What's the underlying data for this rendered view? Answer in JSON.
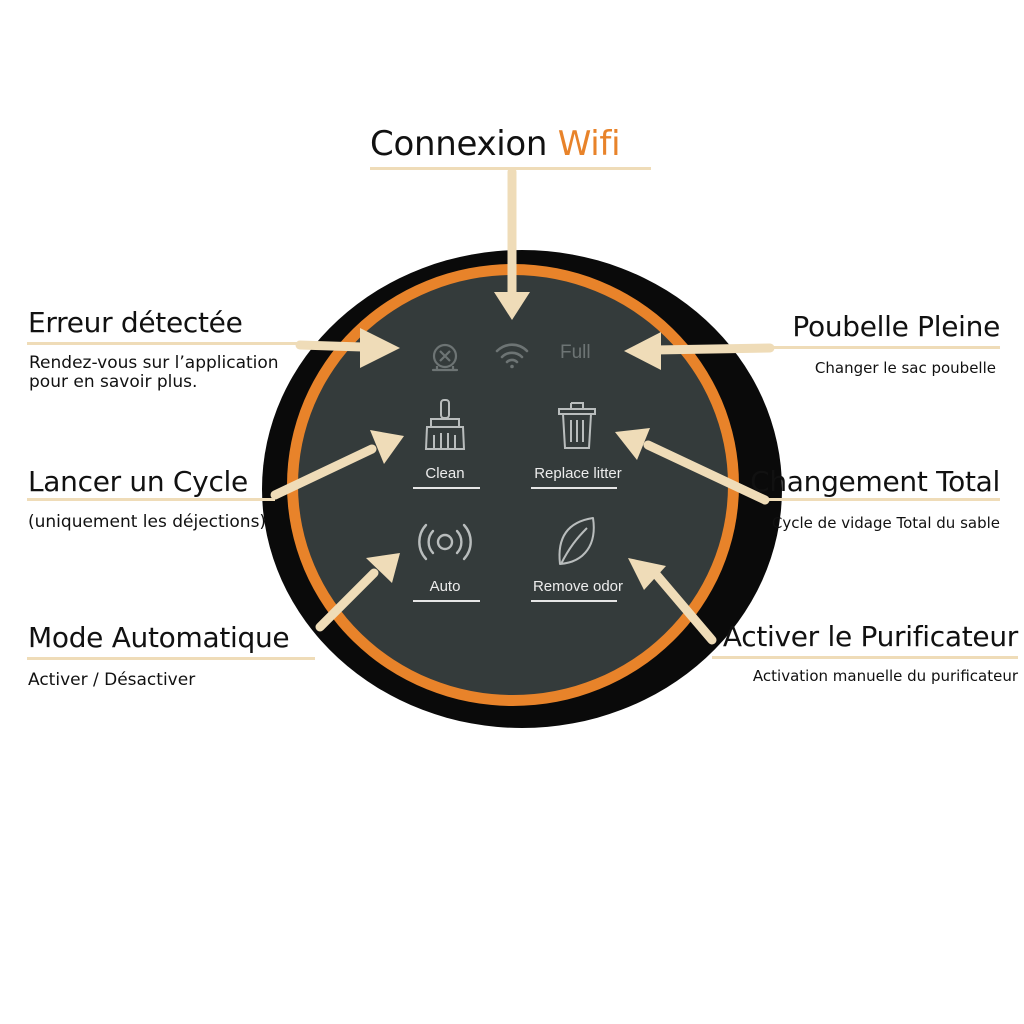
{
  "callouts": {
    "wifi": {
      "title_prefix": "Connexion",
      "title_highlight": "Wifi"
    },
    "error": {
      "title": "Erreur détectée",
      "sub_line1": "Rendez-vous sur l’application",
      "sub_line2": "pour en savoir plus."
    },
    "full": {
      "title": "Poubelle Pleine",
      "sub": "Changer le sac poubelle"
    },
    "clean": {
      "title": "Lancer un Cycle",
      "sub": "(uniquement les déjections)"
    },
    "replace": {
      "title": "Changement Total",
      "sub": "Cycle de vidage Total du sable"
    },
    "auto": {
      "title": "Mode Automatique",
      "sub": "Activer / Désactiver"
    },
    "purifier": {
      "title": "Activer le Purificateur",
      "sub": "Activation manuelle du purificateur"
    }
  },
  "panel": {
    "full_label": "Full",
    "buttons": {
      "clean": "Clean",
      "replace": "Replace litter",
      "auto": "Auto",
      "odor": "Remove odor"
    }
  },
  "colors": {
    "accent": "#e8832a",
    "panel_face": "#343b3b",
    "panel_rim": "#0a0a0a",
    "arrow": "#efdcb8",
    "icon_dim": "#6d7474",
    "icon_light": "#b9bdbd"
  },
  "icons": [
    "robot-error-icon",
    "wifi-icon",
    "broom-icon",
    "trash-can-icon",
    "signal-waves-icon",
    "leaf-icon"
  ]
}
